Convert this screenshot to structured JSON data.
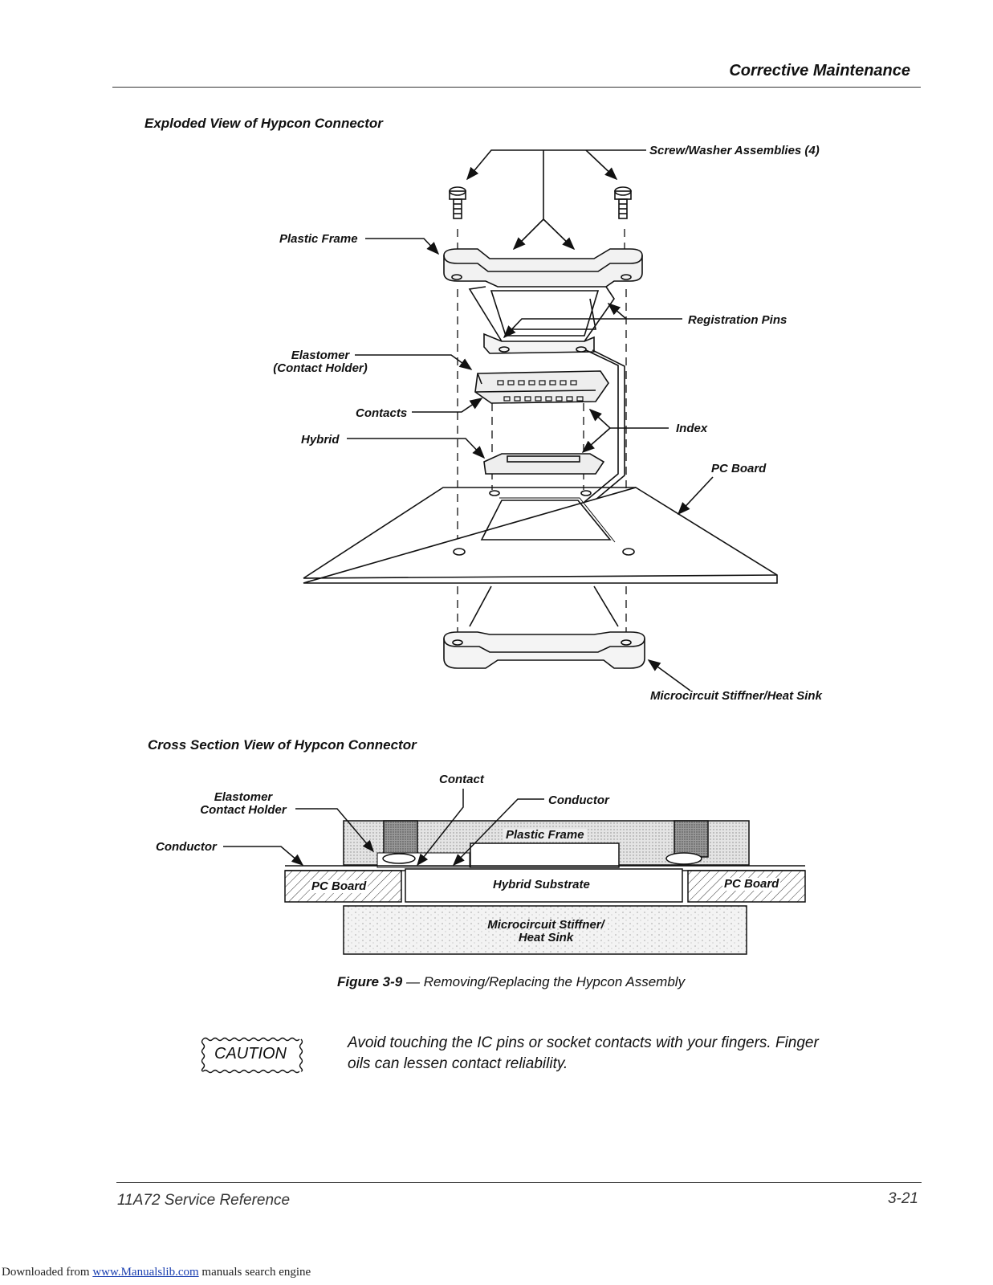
{
  "header": {
    "section_title": "Corrective Maintenance"
  },
  "exploded": {
    "title": "Exploded View of Hypcon Connector",
    "labels": {
      "screw": "Screw/Washer Assemblies (4)",
      "plastic_frame": "Plastic Frame",
      "registration_pins": "Registration Pins",
      "elastomer_1": "Elastomer",
      "elastomer_2": "(Contact Holder)",
      "contacts": "Contacts",
      "index": "Index",
      "hybrid": "Hybrid",
      "pc_board": "PC Board",
      "stiffener": "Microcircuit Stiffner/Heat Sink"
    }
  },
  "cross": {
    "title": "Cross Section View of Hypcon Connector",
    "labels": {
      "contact": "Contact",
      "elastomer_1": "Elastomer",
      "elastomer_2": "Contact Holder",
      "conductor_top": "Conductor",
      "conductor_left": "Conductor",
      "plastic_frame": "Plastic Frame",
      "pc_board_left": "PC Board",
      "hybrid_substrate": "Hybrid Substrate",
      "pc_board_right": "PC Board",
      "stiffener_1": "Microcircuit Stiffner/",
      "stiffener_2": "Heat Sink"
    }
  },
  "figure": {
    "number": "Figure 3-9",
    "dash": "—",
    "caption": "Removing/Replacing the Hypcon Assembly"
  },
  "caution": {
    "badge": "CAUTION",
    "text": "Avoid touching the IC pins or socket contacts with your fingers. Finger oils can lessen contact reliability."
  },
  "footer": {
    "manual": "11A72 Service Reference",
    "page": "3-21"
  },
  "download": {
    "prefix": "Downloaded from ",
    "link": "www.Manualslib.com",
    "suffix": " manuals search engine"
  }
}
